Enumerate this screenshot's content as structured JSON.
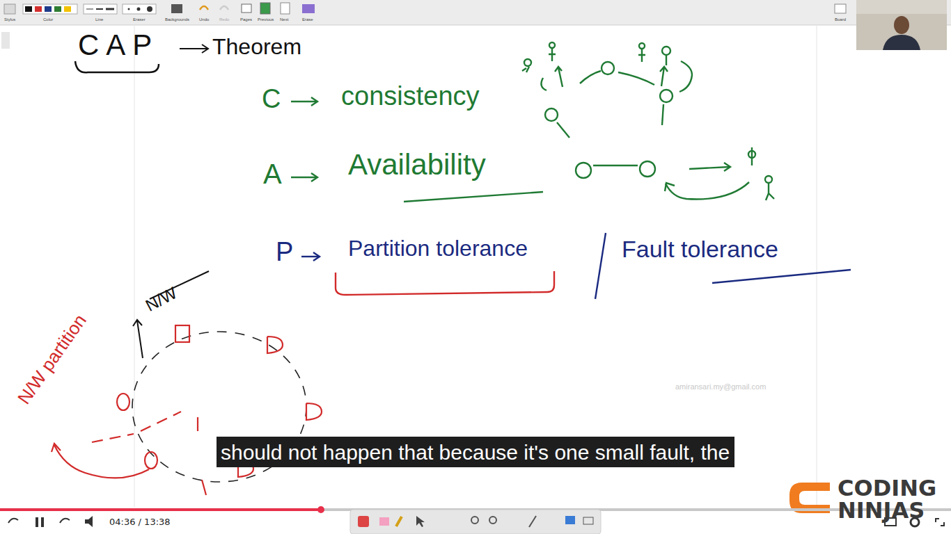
{
  "diagram": {
    "nodes": [
      {
        "text": [
          "should not happen that because it's one small fault, the"
        ]
      }
    ],
    "labels": [
      "Stylus",
      "Color",
      "Line",
      "Eraser",
      "Backgrounds",
      "Undo",
      "Redo",
      "Pages",
      "Previous",
      "Next",
      "Erase",
      "Board",
      "CAP",
      "Theorem",
      "C",
      "consistency",
      "A",
      "Availability",
      "P",
      "Partition tolerance",
      "Fault tolerance",
      "N/W",
      "N/W partition",
      "amiransari.my@gmail.com",
      "04:36 / 13:38",
      "CODING NINJAS"
    ]
  }
}
